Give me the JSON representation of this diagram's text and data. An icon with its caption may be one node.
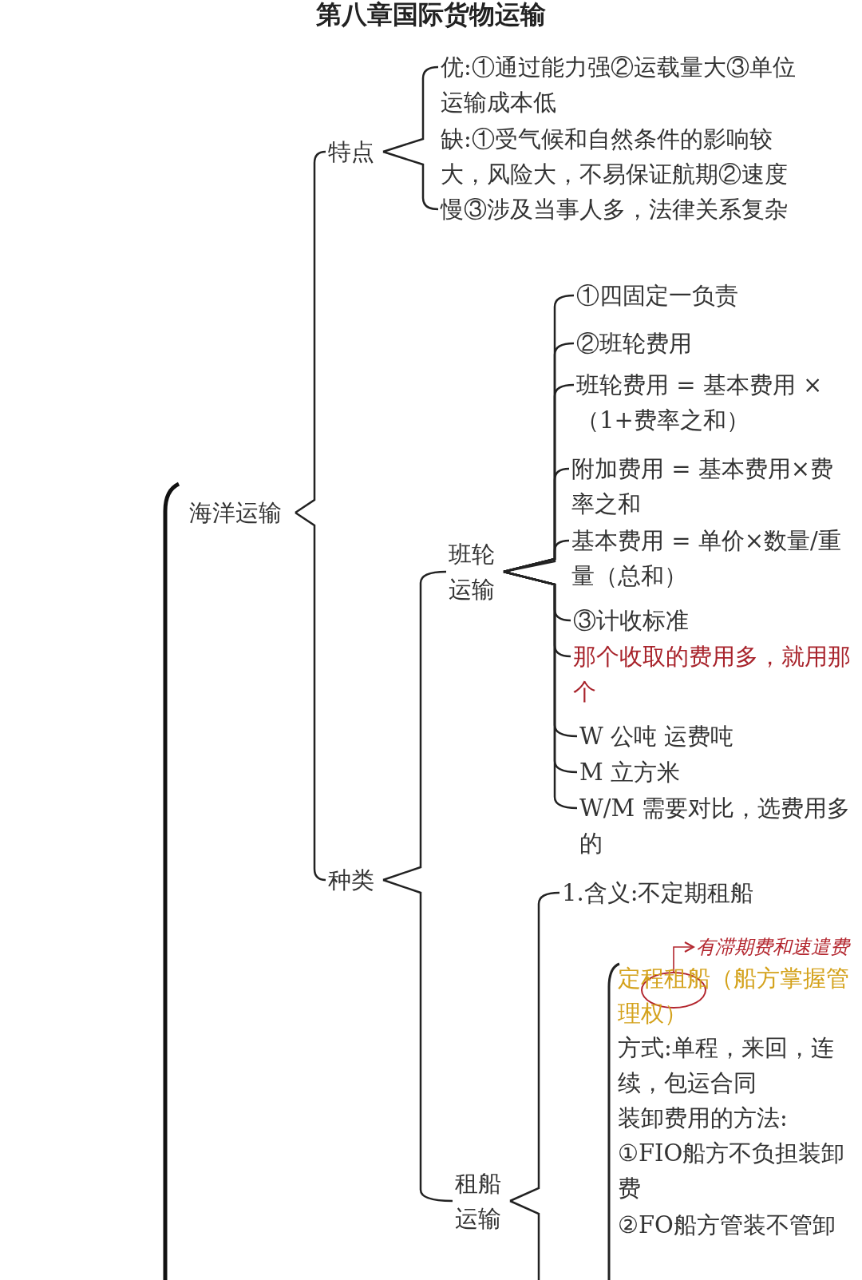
{
  "diagram": {
    "title": "第八章国际货物运输",
    "nodes": [
      {
        "text": [
          "海洋运输"
        ]
      },
      {
        "text": [
          "特点"
        ]
      },
      {
        "text": [
          "优:①通过能力强②运载量大③单位运输成本低"
        ]
      },
      {
        "text": [
          "缺:①受气候和自然条件的影响较大，风险大，不易保证航期②速度慢③涉及当事人多，法律关系复杂"
        ]
      },
      {
        "text": [
          "种类"
        ]
      },
      {
        "text": [
          "班轮运输"
        ]
      },
      {
        "text": [
          "①四固定一负责"
        ]
      },
      {
        "text": [
          "②班轮费用"
        ]
      },
      {
        "text": [
          "班轮费用 = 基本费用 ×（1+费率之和）"
        ]
      },
      {
        "text": [
          "附加费用 = 基本费用×费率之和"
        ]
      },
      {
        "text": [
          "基本费用 = 单价×数量/重量（总和）"
        ]
      },
      {
        "text": [
          "③计收标准"
        ]
      },
      {
        "text": [
          "那个收取的费用多，就用那个"
        ]
      },
      {
        "text": [
          "W 公吨 运费吨"
        ]
      },
      {
        "text": [
          "M 立方米"
        ]
      },
      {
        "text": [
          "W/M 需要对比，选费用多的"
        ]
      },
      {
        "text": [
          "租船运输"
        ]
      },
      {
        "text": [
          "1.含义:不定期租船"
        ]
      },
      {
        "text": [
          "有滞期费和速遣费"
        ]
      },
      {
        "text": [],
        "shape": "circle"
      },
      {
        "text": [
          "定程租船（船方掌握管理权）"
        ]
      },
      {
        "text": [
          "方式:单程，来回，连续，包运合同"
        ]
      },
      {
        "text": [
          "装卸费用的方法:"
        ]
      },
      {
        "text": [
          "①FIO船方不负担装卸费"
        ]
      },
      {
        "text": [
          "②FO船方管装不管卸"
        ]
      }
    ],
    "edges": [
      {
        "from": 0,
        "to": 1,
        "arrow": "none"
      },
      {
        "from": 0,
        "to": 4,
        "arrow": "none"
      },
      {
        "from": 1,
        "to": 2,
        "arrow": "none"
      },
      {
        "from": 1,
        "to": 3,
        "arrow": "none"
      },
      {
        "from": 4,
        "to": 5,
        "arrow": "none"
      },
      {
        "from": 4,
        "to": 16,
        "arrow": "none"
      },
      {
        "from": 5,
        "to": 6,
        "arrow": "none"
      },
      {
        "from": 5,
        "to": 7,
        "arrow": "none"
      },
      {
        "from": 5,
        "to": 8,
        "arrow": "none"
      },
      {
        "from": 5,
        "to": 9,
        "arrow": "none"
      },
      {
        "from": 5,
        "to": 10,
        "arrow": "none"
      },
      {
        "from": 5,
        "to": 11,
        "arrow": "none"
      },
      {
        "from": 5,
        "to": 12,
        "arrow": "none"
      },
      {
        "from": 5,
        "to": 13,
        "arrow": "none"
      },
      {
        "from": 5,
        "to": 14,
        "arrow": "none"
      },
      {
        "from": 5,
        "to": 15,
        "arrow": "none"
      },
      {
        "from": 16,
        "to": 17,
        "arrow": "none"
      },
      {
        "from": 19,
        "to": 18,
        "arrow": "to",
        "color": "#b3262e"
      }
    ]
  }
}
